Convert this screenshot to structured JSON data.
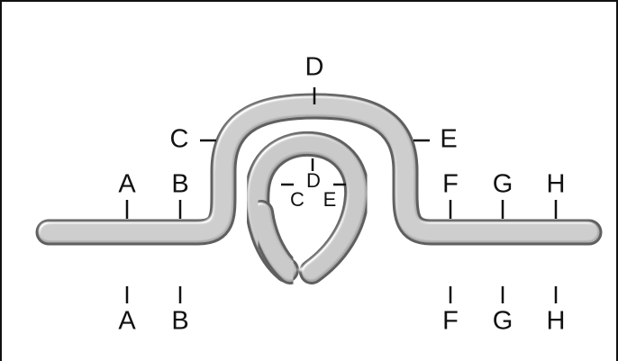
{
  "diagram": {
    "top_strand_labels": [
      "A",
      "B",
      "F",
      "G",
      "H"
    ],
    "bottom_strand_labels": [
      "A",
      "B",
      "F",
      "G",
      "H"
    ],
    "loop_outer_labels": [
      "C",
      "D",
      "E"
    ],
    "loop_inner_labels": [
      "C",
      "D",
      "E"
    ]
  }
}
